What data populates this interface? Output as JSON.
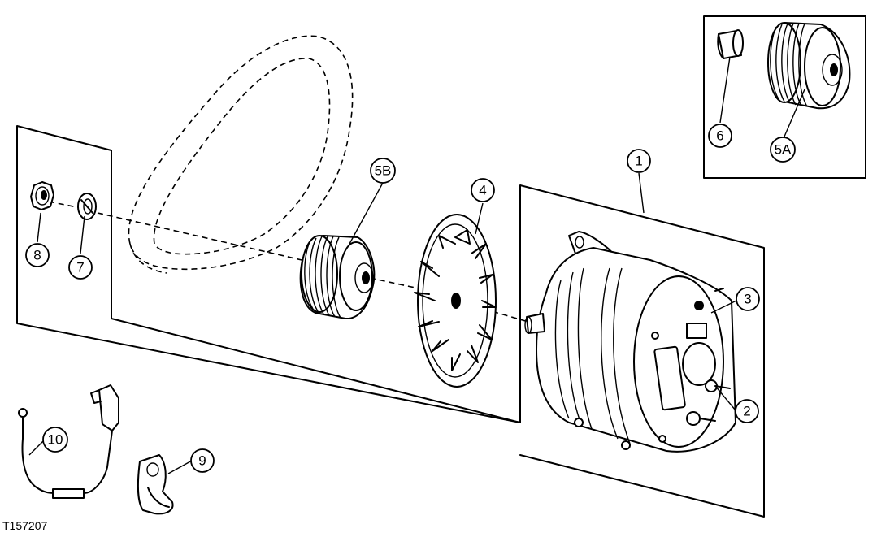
{
  "figure_id": "T157207",
  "callouts": {
    "c1": "1",
    "c2": "2",
    "c3": "3",
    "c4": "4",
    "c5a": "5A",
    "c5b": "5B",
    "c6": "6",
    "c7": "7",
    "c8": "8",
    "c9": "9",
    "c10": "10"
  }
}
